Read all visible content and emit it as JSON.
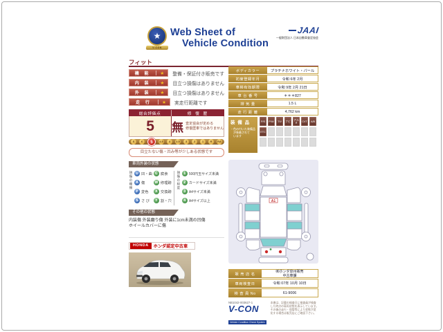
{
  "colors": {
    "title_blue": "#1d3f94",
    "maroon": "#8b2332",
    "label_red": "#a84238",
    "gold": "#b8923c",
    "badge_active": "#744438",
    "diagram_cyan": "#7fd0d0",
    "honda_red": "#c00000",
    "panel_lavender": "#e9e9f3",
    "star_gold": "#f5c31d",
    "highlight_red": "#c01f18"
  },
  "header": {
    "title_line1": "Web Sheet of",
    "title_line2": "Vehicle Condition",
    "emblem_star": "★",
    "emblem_ribbon": "V-CON",
    "jaai": "JAAI",
    "jaai_sub": "一般財団法人 日本自動車査定協会"
  },
  "vehicle_name": "フィット",
  "ratings": [
    {
      "label": "機 能",
      "star": "★",
      "text": "整備・保証付き販売です"
    },
    {
      "label": "内 装",
      "star": "★",
      "text": "目立つ損傷はありません"
    },
    {
      "label": "外 装",
      "star": "★",
      "text": "目立つ損傷はありません"
    },
    {
      "label": "走 行",
      "star": "★",
      "text": "実走行距離です"
    }
  ],
  "evaluation": {
    "score_header": "総合評価点",
    "repair_header": "修 復 歴",
    "score": "5",
    "repair_value": "無",
    "repair_note1": "査定協会が定める",
    "repair_note2": "修復歴車ではありません",
    "scale": [
      "S",
      "6",
      "5",
      "4.5",
      "4",
      "3.5",
      "3",
      "2",
      "1",
      "R",
      "RA"
    ],
    "scale_highlight": "5",
    "comment": "目立たない傷・凹み等が少しある状態です"
  },
  "exterior": {
    "title": "車両外装の状態",
    "types_label": "損傷の種類",
    "types": [
      {
        "code": "U",
        "name": "凹・曲"
      },
      {
        "code": "A",
        "name": "傷"
      },
      {
        "code": "P",
        "name": "変色"
      },
      {
        "code": "S",
        "name": "さ び"
      },
      {
        "code": "C",
        "name": "腐食"
      },
      {
        "code": "W",
        "name": "修理跡"
      },
      {
        "code": "X",
        "name": "交換跡"
      },
      {
        "code": "Y",
        "name": "割・穴"
      }
    ],
    "degrees_label": "損傷の程度",
    "degrees": [
      {
        "code": "1",
        "name": "500円玉サイズ未満"
      },
      {
        "code": "2",
        "name": "カードサイズ未満"
      },
      {
        "code": "3",
        "name": "A4サイズ未満"
      },
      {
        "code": "4",
        "name": "A4サイズ以上"
      }
    ]
  },
  "other": {
    "title": "その他の状態",
    "line1": "内装傷 外装磨り傷 外装に1cm未満の凹傷",
    "line2": "ホイールカバーに傷"
  },
  "honda": {
    "brand": "HONDA",
    "label": "ホンダ認定中古車"
  },
  "info": {
    "rows": [
      {
        "label": "ボディカラー",
        "value": "プラチナホワイト・パール"
      },
      {
        "label": "初度登録年月",
        "value": "令和 6年 2月"
      },
      {
        "label": "車検有効期限",
        "value": "令和 9年 2月 21日"
      },
      {
        "label": "車 台 番 号",
        "value": "＊＊＊827"
      },
      {
        "label": "排 気 量",
        "value": "1.5 L"
      },
      {
        "label": "走 行 距 離",
        "value": "4,762 km"
      }
    ]
  },
  "equipment": {
    "title": "装 備 品",
    "note1": "・色の付いた装備品",
    "note2": "　が装着されて",
    "note3": "　います",
    "active": [
      "P/S",
      "P/W",
      "T/V",
      "ナビ",
      "アルミ",
      "CVT",
      "A/B",
      "ETC"
    ]
  },
  "diagram": {
    "marker": "A1"
  },
  "dealer": {
    "rows": [
      {
        "label": "販 売 店 名",
        "value": "㈱ホンダ泉州販売",
        "value2": "中古車課"
      },
      {
        "label": "車両検査日",
        "value": "令和 07年 10月 10日"
      },
      {
        "label": "検 査 員 No",
        "value": "61-9006"
      }
    ]
  },
  "footer": {
    "serial": "NB1042-003627-1",
    "vcon": "V-CON",
    "vcon_sub": "Vehicle Condition Check System",
    "disclaimer1": "本書は、記載の検査日に検査員が検査",
    "disclaimer2": "した時点の車両状態を表示しています。",
    "disclaimer3": "その後の走行・保管等により状態が変",
    "disclaimer4": "化する場合は販売店にご確認下さい。"
  }
}
